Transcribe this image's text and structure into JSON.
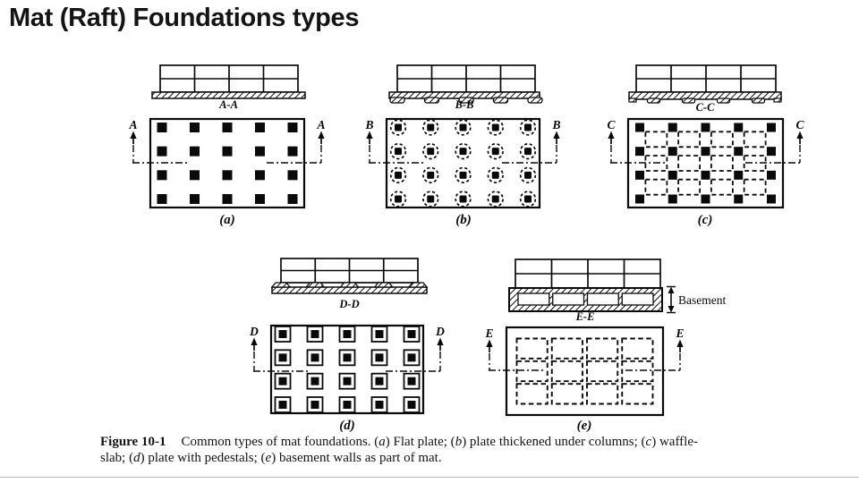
{
  "slide": {
    "title": "Mat (Raft) Foundations types"
  },
  "figure": {
    "number": "Figure 10-1",
    "colors": {
      "ink": "#0a0a0a",
      "background": "#ffffff",
      "divider": "#b4b4b4"
    },
    "diagrams": [
      {
        "key": "a",
        "section_label": "A-A",
        "cut_letter": "A",
        "plan_label": "(a)",
        "type_description": "Flat plate",
        "section_style": "flat",
        "plan_marker": "solid-square",
        "bays": 4,
        "stories": 2,
        "columns": 5,
        "rows": 4
      },
      {
        "key": "b",
        "section_label": "B-B",
        "cut_letter": "B",
        "plan_label": "(b)",
        "type_description": "plate thickened under columns",
        "section_style": "thickened",
        "plan_marker": "square-dashed-circle",
        "bays": 4,
        "stories": 2,
        "columns": 5,
        "rows": 4
      },
      {
        "key": "c",
        "section_label": "C-C",
        "cut_letter": "C",
        "plan_label": "(c)",
        "type_description": "waffle-slab",
        "section_style": "waffle",
        "plan_marker": "waffle-grid",
        "bays": 4,
        "stories": 2,
        "columns": 5,
        "rows": 4,
        "cells_cols": 4,
        "cells_rows": 3
      },
      {
        "key": "d",
        "section_label": "D-D",
        "cut_letter": "D",
        "plan_label": "(d)",
        "type_description": "plate with pedestals",
        "section_style": "pedestal",
        "plan_marker": "square-outlined",
        "bays": 4,
        "stories": 2,
        "columns": 5,
        "rows": 4
      },
      {
        "key": "e",
        "section_label": "E-E",
        "cut_letter": "E",
        "plan_label": "(e)",
        "type_description": "basement walls as part of mat",
        "section_style": "basement",
        "plan_marker": "dashed-cells",
        "bays": 4,
        "stories": 2,
        "cells_cols": 4,
        "cells_rows": 3,
        "basement_label": "Basement"
      }
    ]
  },
  "caption": {
    "figure": "Figure 10-1",
    "line1": {
      "s1": "Common types of mat foundations. (",
      "a": "a",
      "s2": ") Flat plate; (",
      "b": "b",
      "s3": ") plate thickened under columns; (",
      "c": "c",
      "s4": ") waffle-"
    },
    "line2": {
      "s1": "slab; (",
      "d": "d",
      "s2": ") plate with pedestals; (",
      "e": "e",
      "s3": ") basement walls as part of mat."
    }
  }
}
